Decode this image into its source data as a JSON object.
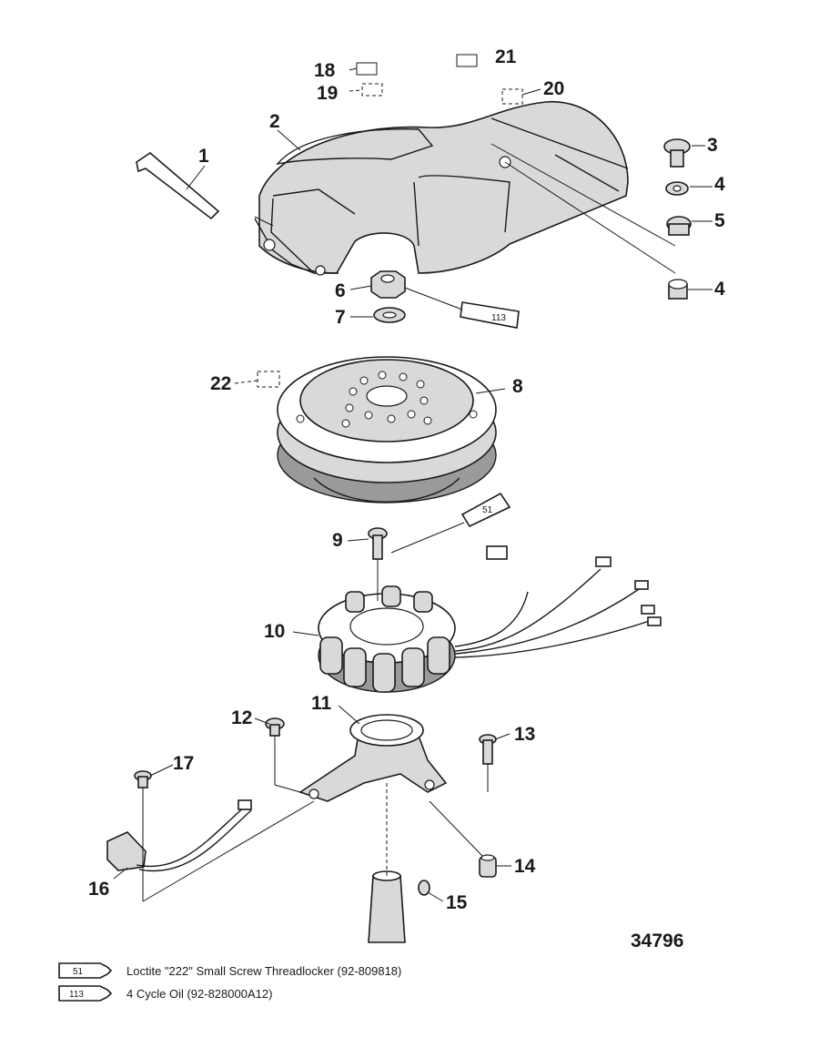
{
  "figure_number": "34796",
  "callouts": [
    "1",
    "2",
    "3",
    "4",
    "4",
    "5",
    "6",
    "7",
    "8",
    "9",
    "10",
    "11",
    "12",
    "13",
    "14",
    "15",
    "16",
    "17",
    "18",
    "19",
    "20",
    "21",
    "22"
  ],
  "tube_labels": {
    "t113": "113",
    "t51": "51"
  },
  "legend": [
    {
      "code": "51",
      "text": "Loctite \"222\" Small Screw Threadlocker  (92-809818)"
    },
    {
      "code": "113",
      "text": "4 Cycle Oil (92-828000A12)"
    }
  ]
}
